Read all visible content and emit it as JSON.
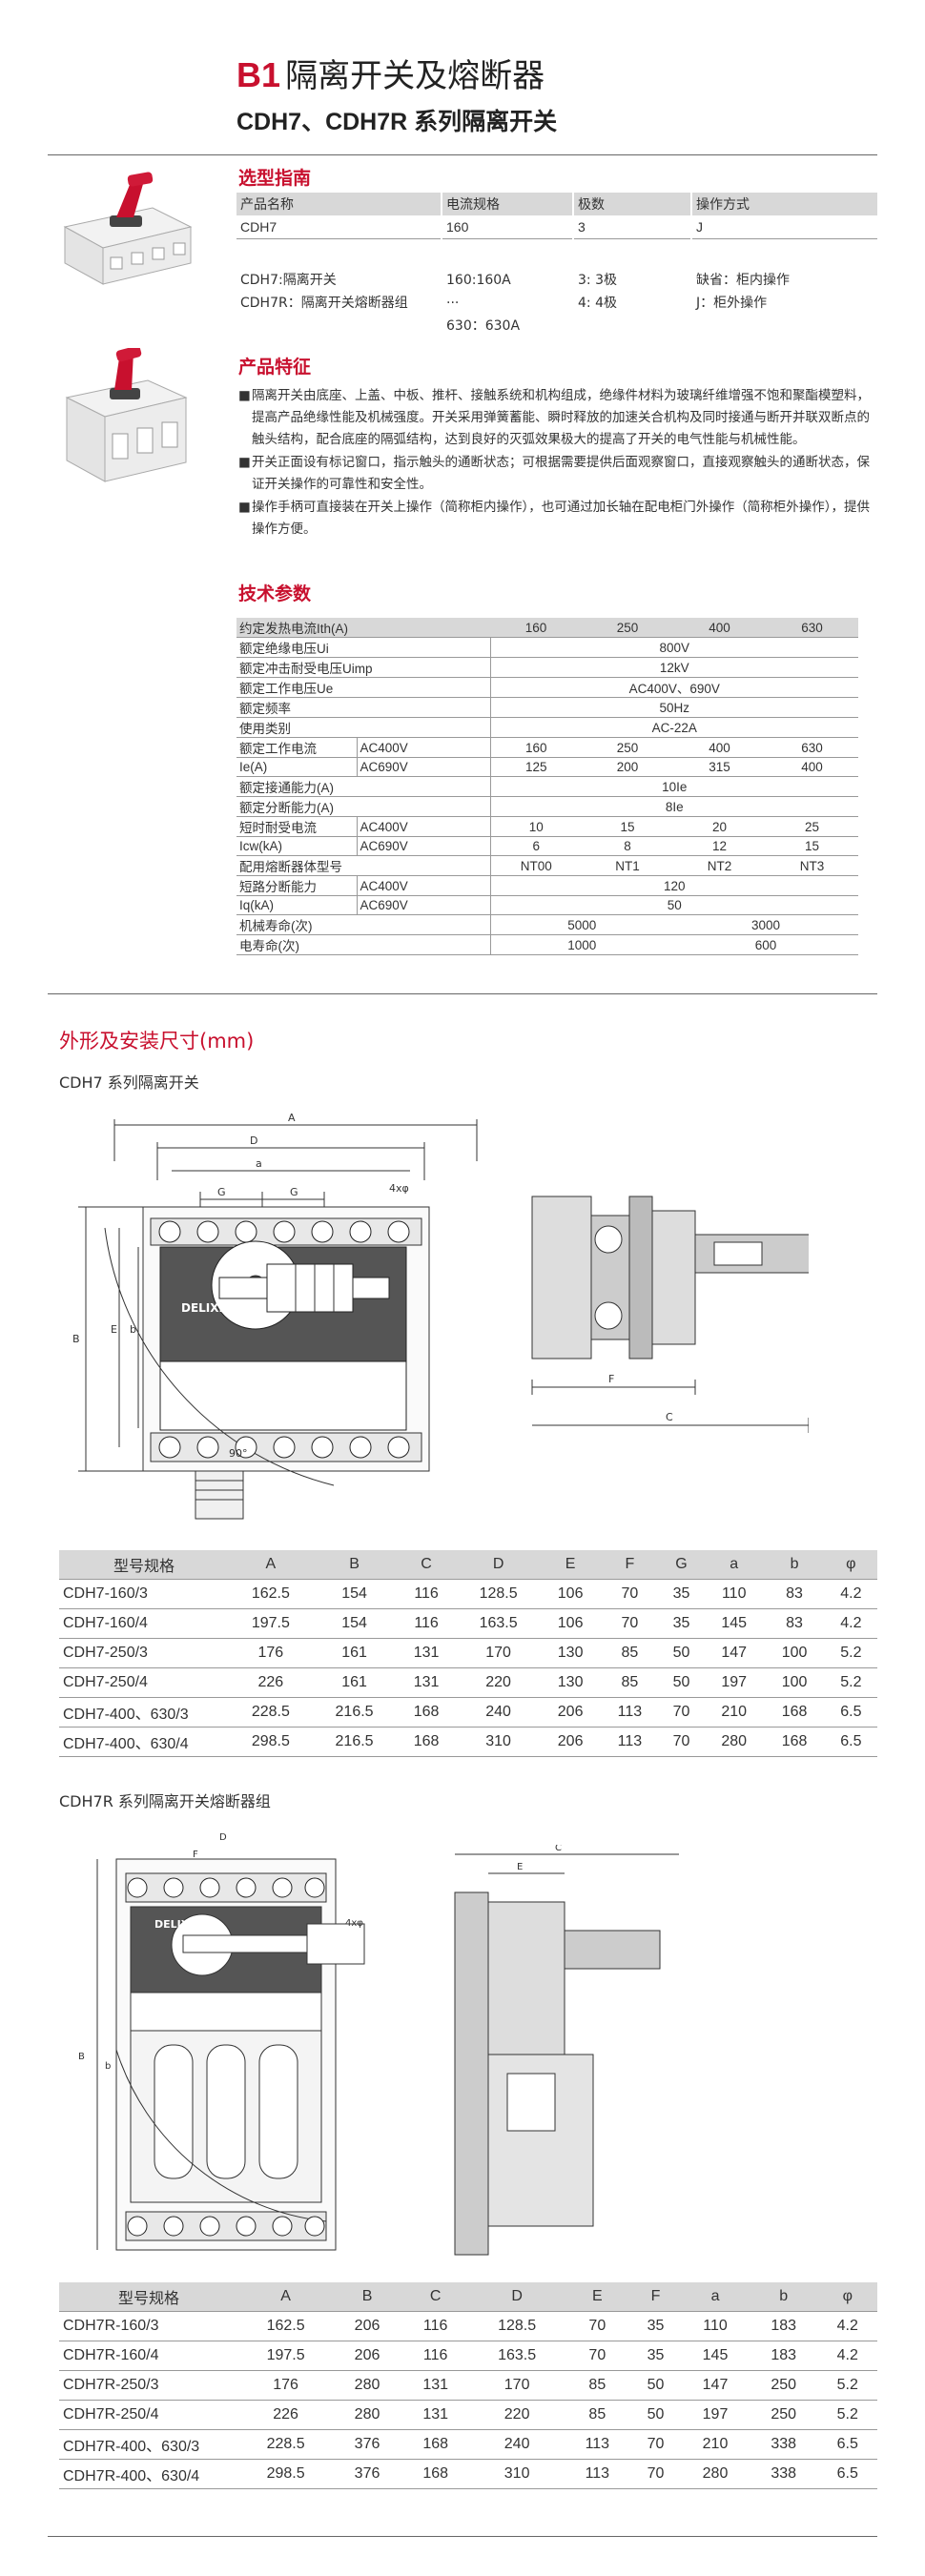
{
  "header": {
    "code": "B1",
    "title": "隔离开关及熔断器",
    "subtitle": "CDH7、CDH7R 系列隔离开关"
  },
  "brand": "DELIXI",
  "selection": {
    "title": "选型指南",
    "headers": [
      "产品名称",
      "电流规格",
      "极数",
      "操作方式"
    ],
    "values": [
      "CDH7",
      "160",
      "3",
      "J"
    ],
    "notes": [
      [
        "CDH7:隔离开关",
        "160:160A",
        "3: 3极",
        "缺省：柜内操作"
      ],
      [
        "CDH7R：隔离开关熔断器组",
        "···",
        "4: 4极",
        "J：柜外操作"
      ],
      [
        "",
        "630：630A",
        "",
        ""
      ]
    ]
  },
  "features": {
    "title": "产品特征",
    "items": [
      "隔离开关由底座、上盖、中板、推杆、接触系统和机构组成，绝缘件材料为玻璃纤维增强不饱和聚酯模塑料，提高产品绝缘性能及机械强度。开关采用弹簧蓄能、瞬时释放的加速关合机构及同时接通与断开并联双断点的触头结构，配合底座的隔弧结构，达到良好的灭弧效果极大的提高了开关的电气性能与机械性能。",
      "开关正面设有标记窗口，指示触头的通断状态；可根据需要提供后面观察窗口，直接观察触头的通断状态，保证开关操作的可靠性和安全性。",
      "操作手柄可直接装在开关上操作（简称柜内操作），也可通过加长轴在配电柜门外操作（简称柜外操作），提供操作方便。"
    ]
  },
  "tech": {
    "title": "技术参数",
    "header": [
      "约定发热电流Ith(A)",
      "160",
      "250",
      "400",
      "630"
    ],
    "rows": [
      {
        "label": "额定绝缘电压Ui",
        "span": "800V"
      },
      {
        "label": "额定冲击耐受电压Uimp",
        "span": "12kV"
      },
      {
        "label": "额定工作电压Ue",
        "span": "AC400V、690V"
      },
      {
        "label": "额定频率",
        "span": "50Hz"
      },
      {
        "label": "使用类别",
        "span": "AC-22A"
      },
      {
        "label": "额定工作电流",
        "sub": "AC400V",
        "vals": [
          "160",
          "250",
          "400",
          "630"
        ]
      },
      {
        "label": "Ie(A)",
        "sub": "AC690V",
        "vals": [
          "125",
          "200",
          "315",
          "400"
        ]
      },
      {
        "label": "额定接通能力(A)",
        "span": "10Ie"
      },
      {
        "label": "额定分断能力(A)",
        "span": "8Ie"
      },
      {
        "label": "短时耐受电流",
        "sub": "AC400V",
        "vals": [
          "10",
          "15",
          "20",
          "25"
        ]
      },
      {
        "label": "Icw(kA)",
        "sub": "AC690V",
        "vals": [
          "6",
          "8",
          "12",
          "15"
        ]
      },
      {
        "label": "配用熔断器体型号",
        "vals": [
          "NT00",
          "NT1",
          "NT2",
          "NT3"
        ]
      },
      {
        "label": "短路分断能力",
        "sub": "AC400V",
        "span": "120"
      },
      {
        "label": "Iq(kA)",
        "sub": "AC690V",
        "span": "50"
      },
      {
        "label": "机械寿命(次)",
        "pair": [
          "5000",
          "3000"
        ]
      },
      {
        "label": "电寿命(次)",
        "pair": [
          "1000",
          "600"
        ]
      }
    ]
  },
  "dims": {
    "title": "外形及安装尺寸(mm)",
    "cdh7_title": "CDH7 系列隔离开关",
    "cdh7r_title": "CDH7R 系列隔离开关熔断器组",
    "drawing_labels": {
      "A": "A",
      "D": "D",
      "a": "a",
      "G": "G",
      "phi": "4xφ",
      "E": "E",
      "b": "b",
      "B": "B",
      "angle": "90°",
      "F": "F",
      "C": "C"
    },
    "cdh7_headers": [
      "型号规格",
      "A",
      "B",
      "C",
      "D",
      "E",
      "F",
      "G",
      "a",
      "b",
      "φ"
    ],
    "cdh7_rows": [
      [
        "CDH7-160/3",
        "162.5",
        "154",
        "116",
        "128.5",
        "106",
        "70",
        "35",
        "110",
        "83",
        "4.2"
      ],
      [
        "CDH7-160/4",
        "197.5",
        "154",
        "116",
        "163.5",
        "106",
        "70",
        "35",
        "145",
        "83",
        "4.2"
      ],
      [
        "CDH7-250/3",
        "176",
        "161",
        "131",
        "170",
        "130",
        "85",
        "50",
        "147",
        "100",
        "5.2"
      ],
      [
        "CDH7-250/4",
        "226",
        "161",
        "131",
        "220",
        "130",
        "85",
        "50",
        "197",
        "100",
        "5.2"
      ],
      [
        "CDH7-400、630/3",
        "228.5",
        "216.5",
        "168",
        "240",
        "206",
        "113",
        "70",
        "210",
        "168",
        "6.5"
      ],
      [
        "CDH7-400、630/4",
        "298.5",
        "216.5",
        "168",
        "310",
        "206",
        "113",
        "70",
        "280",
        "168",
        "6.5"
      ]
    ],
    "cdh7r_headers": [
      "型号规格",
      "A",
      "B",
      "C",
      "D",
      "E",
      "F",
      "a",
      "b",
      "φ"
    ],
    "cdh7r_rows": [
      [
        "CDH7R-160/3",
        "162.5",
        "206",
        "116",
        "128.5",
        "70",
        "35",
        "110",
        "183",
        "4.2"
      ],
      [
        "CDH7R-160/4",
        "197.5",
        "206",
        "116",
        "163.5",
        "70",
        "35",
        "145",
        "183",
        "4.2"
      ],
      [
        "CDH7R-250/3",
        "176",
        "280",
        "131",
        "170",
        "85",
        "50",
        "147",
        "250",
        "5.2"
      ],
      [
        "CDH7R-250/4",
        "226",
        "280",
        "131",
        "220",
        "85",
        "50",
        "197",
        "250",
        "5.2"
      ],
      [
        "CDH7R-400、630/3",
        "228.5",
        "376",
        "168",
        "240",
        "113",
        "70",
        "210",
        "338",
        "6.5"
      ],
      [
        "CDH7R-400、630/4",
        "298.5",
        "376",
        "168",
        "310",
        "113",
        "70",
        "280",
        "338",
        "6.5"
      ]
    ]
  }
}
